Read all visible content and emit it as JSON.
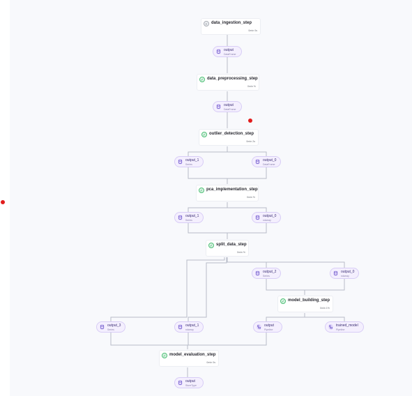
{
  "colors": {
    "canvas": "#f8f9fc",
    "edge": "#b7bcc8",
    "step_border": "#eceef3",
    "artifact_fill": "#f4effe",
    "artifact_border": "#d8cdf6",
    "success_green": "#4fbf77",
    "cached_gray": "#a9adb5",
    "marker_red": "#e11d1d"
  },
  "steps": {
    "data_ingestion": {
      "name": "data_ingestion_step",
      "duration": "0min 0s",
      "status_icon": "cached-step-icon"
    },
    "data_preprocessing": {
      "name": "data_preprocessing_step",
      "duration": "0min %",
      "status_icon": "check-circle-icon"
    },
    "outlier_detection": {
      "name": "outlier_detection_step",
      "duration": "0min 2s",
      "status_icon": "check-circle-icon"
    },
    "pca_implementation": {
      "name": "pca_implementation_step",
      "duration": "0min %",
      "status_icon": "check-circle-icon"
    },
    "split_data": {
      "name": "split_data_step",
      "duration": "0min %",
      "status_icon": "check-circle-icon"
    },
    "model_building": {
      "name": "model_building_step",
      "duration": "0min 1%",
      "status_icon": "check-circle-icon"
    },
    "model_evaluation": {
      "name": "model_evaluation_step",
      "duration": "0min 0s",
      "status_icon": "check-circle-icon"
    }
  },
  "artifacts": {
    "ingest_output": {
      "name": "output",
      "type": "DataFrame",
      "icon": "database-icon"
    },
    "preprocess_output": {
      "name": "output",
      "type": "DataFrame",
      "icon": "database-icon"
    },
    "outlier_output_1": {
      "name": "output_1",
      "type": "Series",
      "icon": "database-icon"
    },
    "outlier_output_0": {
      "name": "output_0",
      "type": "DataFrame",
      "icon": "database-icon"
    },
    "pca_output_1": {
      "name": "output_1",
      "type": "Series",
      "icon": "database-icon"
    },
    "pca_output_0": {
      "name": "output_0",
      "type": "ndarray",
      "icon": "database-icon"
    },
    "split_output_2": {
      "name": "output_2",
      "type": "Series",
      "icon": "database-icon"
    },
    "split_output_0": {
      "name": "output_0",
      "type": "ndarray",
      "icon": "database-icon"
    },
    "split_output_3": {
      "name": "output_3",
      "type": "Series",
      "icon": "database-icon"
    },
    "split_output_1": {
      "name": "output_1",
      "type": "ndarray",
      "icon": "database-icon"
    },
    "build_output": {
      "name": "output",
      "type": "Pipeline",
      "icon": "model-icon"
    },
    "trained_model": {
      "name": "trained_model",
      "type": "Pipeline",
      "icon": "model-icon"
    },
    "eval_output": {
      "name": "output",
      "type": "StoreType",
      "icon": "database-icon"
    }
  }
}
